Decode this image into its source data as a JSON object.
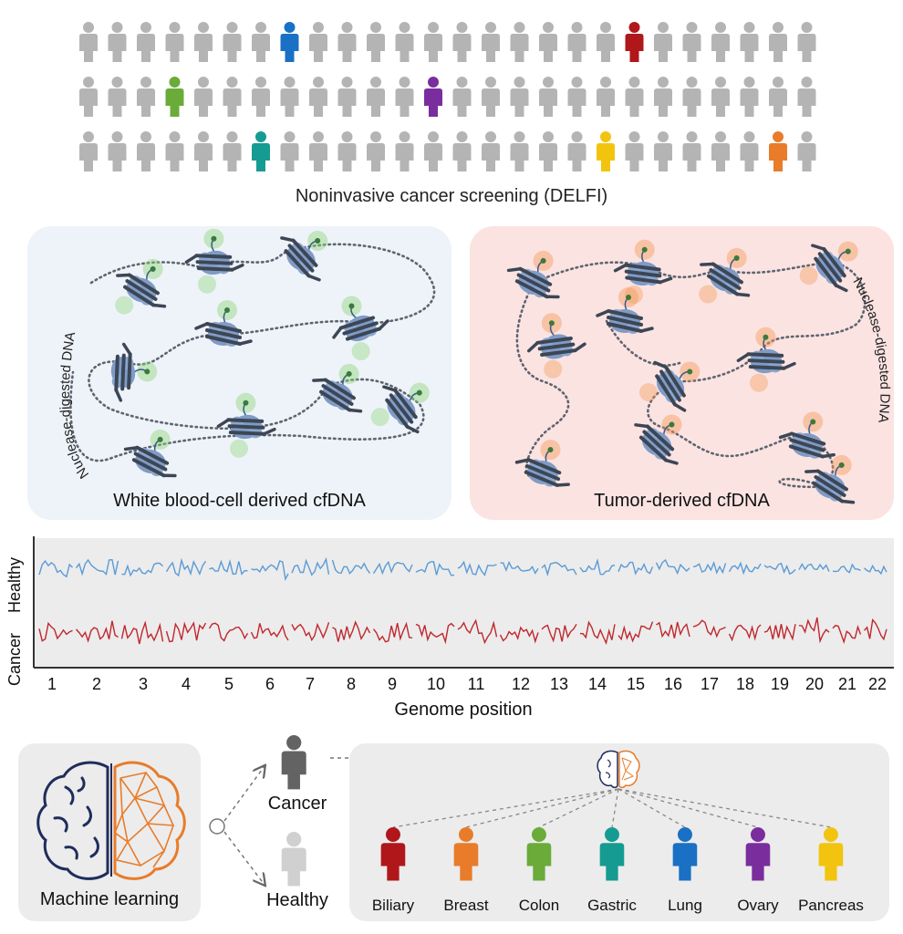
{
  "screening": {
    "caption": "Noninvasive cancer screening (DELFI)",
    "colors": {
      "gray": "#b4b4b4",
      "blue": "#1a70c4",
      "red": "#b0171b",
      "green": "#6aab3a",
      "purple": "#7a2e9e",
      "teal": "#169b92",
      "yellow": "#f2c40f",
      "orange": "#e87c2a"
    },
    "rows": [
      {
        "count": 26,
        "highlights": {
          "7": "blue",
          "19": "red"
        }
      },
      {
        "count": 26,
        "highlights": {
          "3": "green",
          "12": "purple"
        }
      },
      {
        "count": 26,
        "highlights": {
          "6": "teal",
          "18": "yellow",
          "24": "orange"
        }
      }
    ]
  },
  "panels": {
    "wbc": {
      "label": "White blood-cell derived cfDNA",
      "dna_label": "Nuclease-digested DNA",
      "bg": "#eef3f9",
      "glow": "#8dd47a"
    },
    "tumor": {
      "label": "Tumor-derived cfDNA",
      "dna_label": "Nuclease-digested DNA",
      "bg": "#fbe3e1",
      "glow": "#f39a5a"
    }
  },
  "chart_data": {
    "type": "line",
    "xlabel": "Genome position",
    "series": [
      {
        "name": "Healthy",
        "color": "#5b9bd5"
      },
      {
        "name": "Cancer",
        "color": "#c0272d"
      }
    ],
    "chromosome_ticks": [
      "1",
      "2",
      "3",
      "4",
      "5",
      "6",
      "7",
      "8",
      "9",
      "10",
      "11",
      "12",
      "13",
      "14",
      "15",
      "16",
      "17",
      "18",
      "19",
      "20",
      "21",
      "22"
    ]
  },
  "classification": {
    "ml_label": "Machine learning",
    "cancer_label": "Cancer",
    "healthy_label": "Healthy",
    "cancer_types": [
      {
        "name": "Biliary",
        "color": "#b0171b"
      },
      {
        "name": "Breast",
        "color": "#e87c2a"
      },
      {
        "name": "Colon",
        "color": "#6aab3a"
      },
      {
        "name": "Gastric",
        "color": "#169b92"
      },
      {
        "name": "Lung",
        "color": "#1a70c4"
      },
      {
        "name": "Ovary",
        "color": "#7a2e9e"
      },
      {
        "name": "Pancreas",
        "color": "#f2c40f"
      }
    ]
  }
}
